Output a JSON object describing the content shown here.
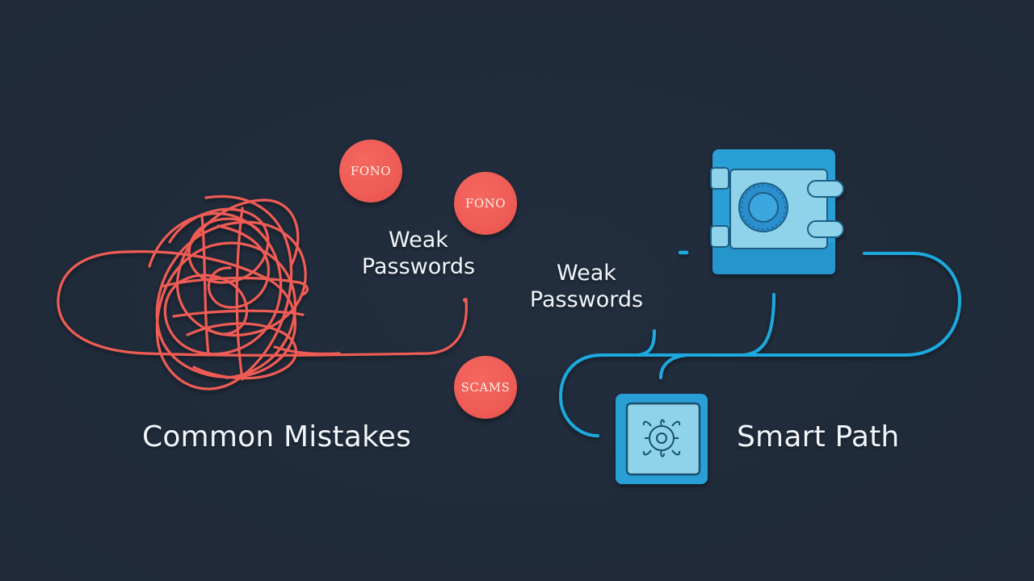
{
  "left_panel": {
    "title": "Common Mistakes",
    "label": "Weak\nPasswords",
    "label_line1": "Weak",
    "label_line2": "Passwords",
    "badges": [
      {
        "text": "FONO"
      },
      {
        "text": "FONO"
      },
      {
        "text": "SCAMS"
      }
    ],
    "icon": "tangled-line-icon"
  },
  "right_panel": {
    "title": "Smart Path",
    "label_line1": "Weak",
    "label_line2": "Passwords",
    "icons": [
      "safe-vault-icon",
      "chip-shield-icon"
    ]
  },
  "colors": {
    "background": "#212c3b",
    "tangle_red": "#ef5b55",
    "badge_red": "#ef5b55",
    "path_blue": "#1fa9de",
    "safe_blue": "#2a9fd6",
    "safe_face": "#8fd3ea",
    "text": "#f2f6fa"
  }
}
